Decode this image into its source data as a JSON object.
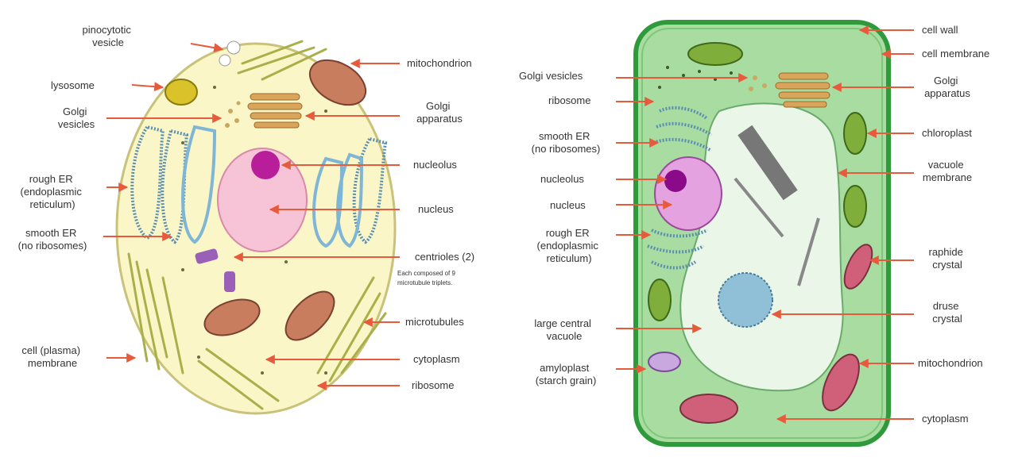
{
  "colors": {
    "arrow": "#e85a3c",
    "animal_cytoplasm": "#fbf6c8",
    "plant_cytoplasm": "#a9dca0",
    "plant_wall": "#2e9a3c",
    "vacuole": "#eaf7e8",
    "nucleus": "#f7c3d6",
    "nucleolus": "#b81e9a",
    "er": "#7fb6d6",
    "mitochondrion": "#c87d5e",
    "golgi": "#d9a55a",
    "chloroplast": "#7fae3a",
    "lysosome": "#d9c22a"
  },
  "animal_cell": {
    "labels": {
      "pinocytotic": [
        "pinocytotic",
        "vesicle"
      ],
      "lysosome": [
        "lysosome"
      ],
      "golgi_vesicles": [
        "Golgi",
        "vesicles"
      ],
      "rough_er": [
        "rough ER",
        "(endoplasmic",
        "reticulum)"
      ],
      "smooth_er": [
        "smooth ER",
        "(no ribosomes)"
      ],
      "cell_membrane": [
        "cell (plasma)",
        "membrane"
      ],
      "mitochondrion": [
        "mitochondrion"
      ],
      "golgi_apparatus": [
        "Golgi",
        "apparatus"
      ],
      "nucleolus": [
        "nucleolus"
      ],
      "nucleus": [
        "nucleus"
      ],
      "centrioles": [
        "centrioles (2)"
      ],
      "centrioles_note": [
        "Each composed of 9",
        "microtubule triplets."
      ],
      "microtubules": [
        "microtubules"
      ],
      "cytoplasm": [
        "cytoplasm"
      ],
      "ribosome": [
        "ribosome"
      ]
    }
  },
  "plant_cell": {
    "labels": {
      "golgi_vesicles": [
        "Golgi vesicles"
      ],
      "ribosome": [
        "ribosome"
      ],
      "smooth_er": [
        "smooth ER",
        "(no ribosomes)"
      ],
      "nucleolus": [
        "nucleolus"
      ],
      "nucleus": [
        "nucleus"
      ],
      "rough_er": [
        "rough ER",
        "(endoplasmic",
        "reticulum)"
      ],
      "large_vacuole": [
        "large central",
        "vacuole"
      ],
      "amyloplast": [
        "amyloplast",
        "(starch grain)"
      ],
      "cell_wall": [
        "cell wall"
      ],
      "cell_membrane": [
        "cell membrane"
      ],
      "golgi_apparatus": [
        "Golgi",
        "apparatus"
      ],
      "chloroplast": [
        "chloroplast"
      ],
      "vacuole_membrane": [
        "vacuole",
        "membrane"
      ],
      "raphide": [
        "raphide",
        "crystal"
      ],
      "druse": [
        "druse",
        "crystal"
      ],
      "mitochondrion": [
        "mitochondrion"
      ],
      "cytoplasm": [
        "cytoplasm"
      ]
    }
  }
}
